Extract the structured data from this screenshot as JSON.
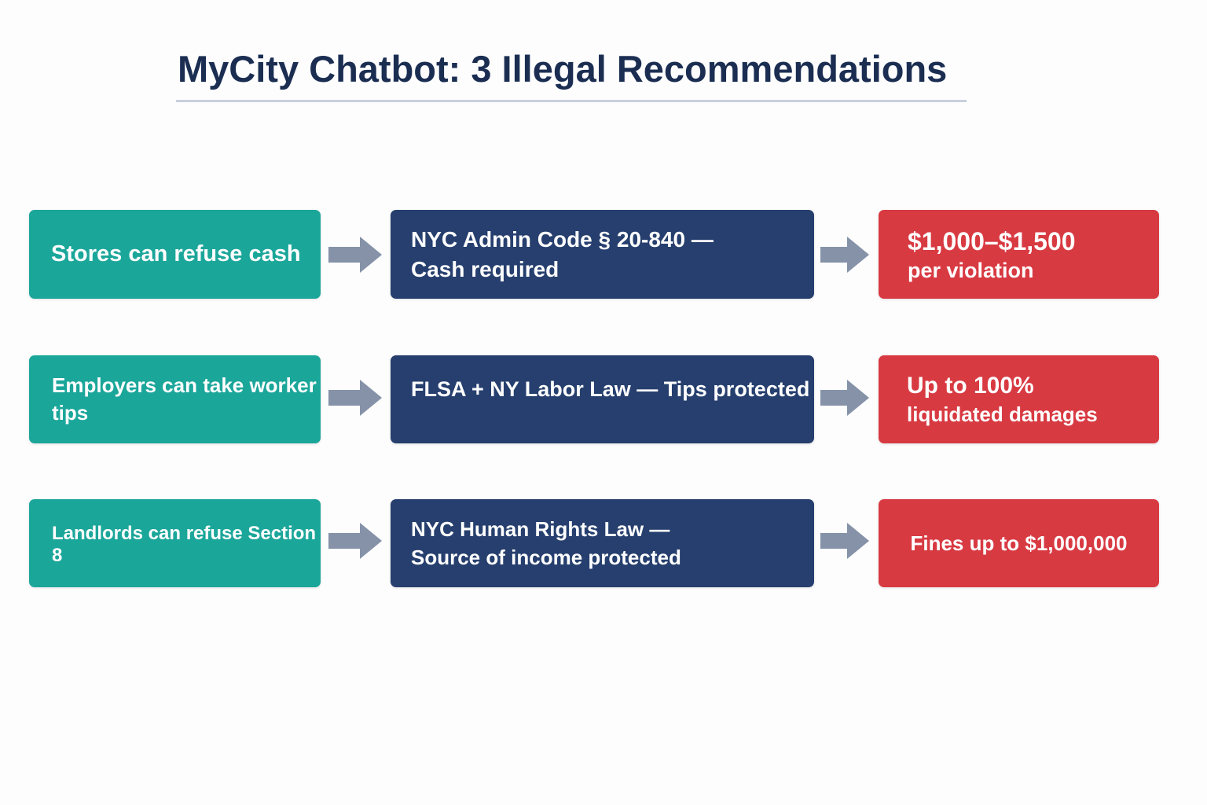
{
  "title": "MyCity Chatbot: 3 Illegal Recommendations",
  "colors": {
    "claim": "#1ba69a",
    "law": "#263f6e",
    "penalty": "#d83a42",
    "arrow": "#8592a8",
    "title": "#1b2e52"
  },
  "rows": [
    {
      "claim": "Stores can refuse cash",
      "law_line1": "NYC Admin Code § 20-840 —",
      "law_line2": "Cash required",
      "penalty_line1": "$1,000–$1,500",
      "penalty_line2": "per violation"
    },
    {
      "claim_line1": "Employers can take worker",
      "claim_line2": "tips",
      "law": "FLSA + NY Labor Law — Tips protected",
      "penalty_line1": "Up to 100%",
      "penalty_line2": "liquidated damages"
    },
    {
      "claim": "Landlords can refuse Section 8",
      "law_line1": "NYC Human Rights Law —",
      "law_line2": "Source of income protected",
      "penalty": "Fines up to $1,000,000"
    }
  ]
}
